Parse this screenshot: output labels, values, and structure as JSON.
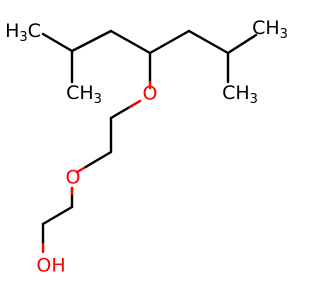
{
  "molecule": {
    "colors": {
      "carbon": "#000000",
      "oxygen": "#ff0000",
      "background": "#ffffff"
    },
    "labels": {
      "methyl_left_main": "H",
      "methyl_left_sub": "3",
      "methyl_left_c": "C",
      "methyl_mid_ch": "CH",
      "methyl_mid_sub": "3",
      "methyl_right_ch": "CH",
      "methyl_right_sub": "3",
      "methyl_top_right_ch": "CH",
      "methyl_top_right_sub": "3",
      "ether_oxygen_upper": "O",
      "ether_oxygen_lower": "O",
      "hydroxyl": "OH"
    }
  }
}
